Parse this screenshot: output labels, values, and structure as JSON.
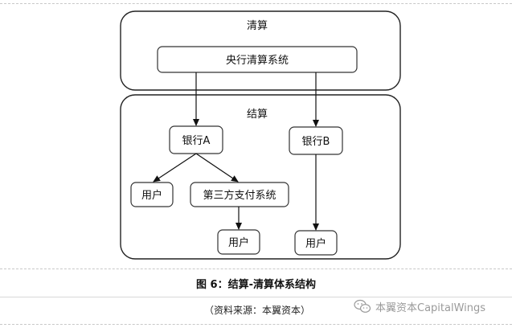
{
  "diagram": {
    "groups": {
      "clearing": "清算",
      "settlement": "结算"
    },
    "nodes": {
      "central_bank_system": "央行清算系统",
      "bank_a": "银行A",
      "bank_b": "银行B",
      "user_a": "用户",
      "third_party_payment": "第三方支付系统",
      "user_third_party": "用户",
      "user_b": "用户"
    }
  },
  "caption": "图 6：结算-清算体系结构",
  "source": "（资料来源：本翼资本）",
  "watermark": {
    "icon": "wechat-icon",
    "text": "本翼资本CapitalWings"
  }
}
